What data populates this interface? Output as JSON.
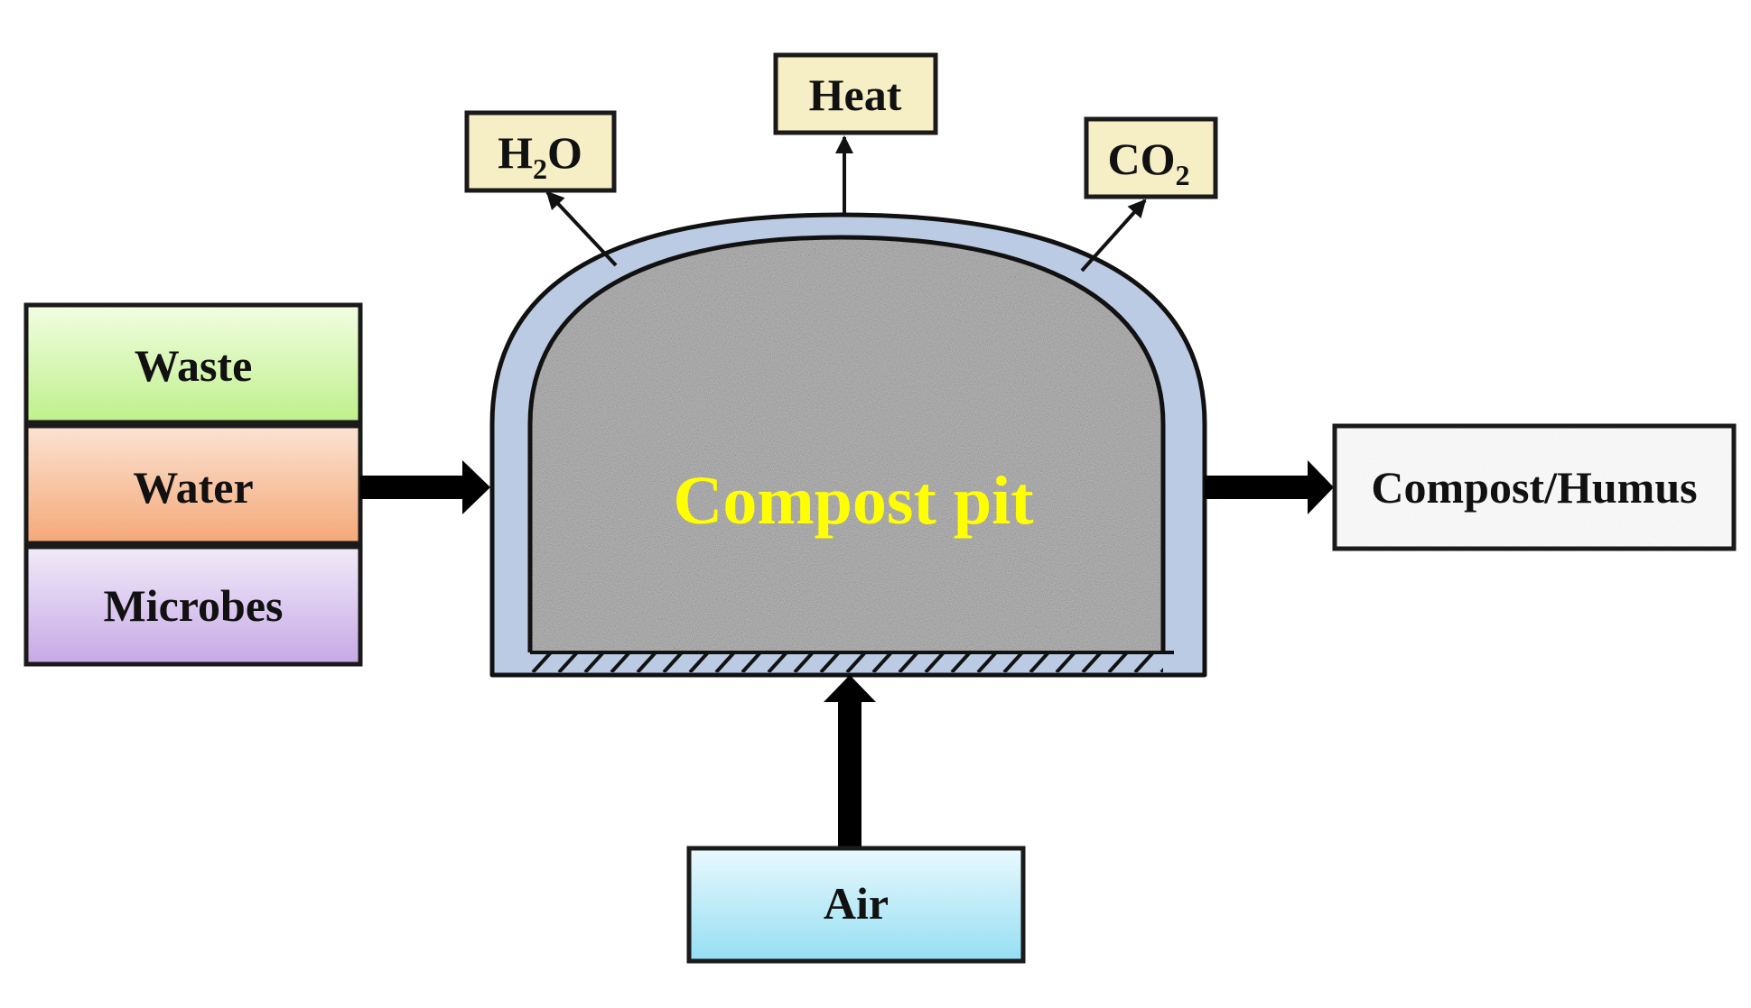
{
  "inputs": {
    "waste": "Waste",
    "water": "Water",
    "microbes": "Microbes"
  },
  "pit": {
    "label": "Compost pit"
  },
  "emissions": {
    "h2o": {
      "base": "H",
      "sub": "2",
      "tail": "O"
    },
    "heat": "Heat",
    "co2": {
      "base": "CO",
      "sub": "2"
    }
  },
  "output": {
    "label": "Compost/Humus"
  },
  "air": {
    "label": "Air"
  },
  "colors": {
    "waste_fill": "#d4f5b0",
    "water_fill": "#f6c49e",
    "microbes_fill": "#dccaf0",
    "emission_box_fill": "#f6eec5",
    "pit_shell": "#bccbe4",
    "pit_interior": "#8c8a8c",
    "pit_label": "#ffff00",
    "air_fill": "#c4ecf7",
    "output_fill": "#ebebea"
  }
}
